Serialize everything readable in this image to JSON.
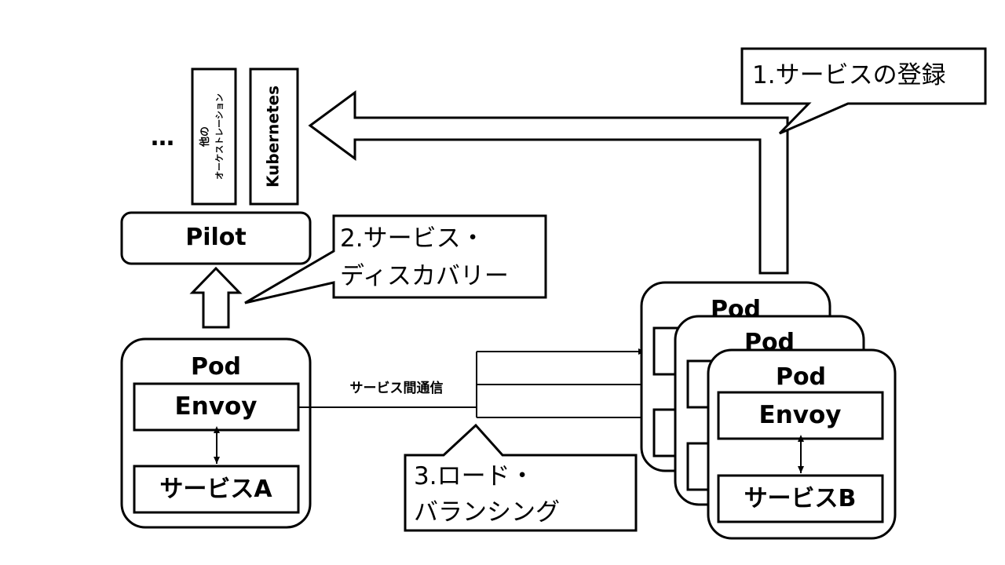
{
  "orchestrators": {
    "ellipsis": "…",
    "other_line1": "他の",
    "other_line2": "オーケストレーション",
    "kubernetes": "Kubernetes"
  },
  "pilot": {
    "label": "Pilot"
  },
  "pod_a": {
    "title": "Pod",
    "envoy": "Envoy",
    "service": "サービスA"
  },
  "pod_b": {
    "back_title_1": "Pod",
    "back_title_2": "Pod",
    "title": "Pod",
    "envoy": "Envoy",
    "service": "サービスB"
  },
  "link": {
    "label": "サービス間通信"
  },
  "callouts": {
    "registration": "1.サービスの登録",
    "discovery_line1": "2.サービス・",
    "discovery_line2": "ディスカバリー",
    "lb_line1": "3.ロード・",
    "lb_line2": "バランシング"
  }
}
